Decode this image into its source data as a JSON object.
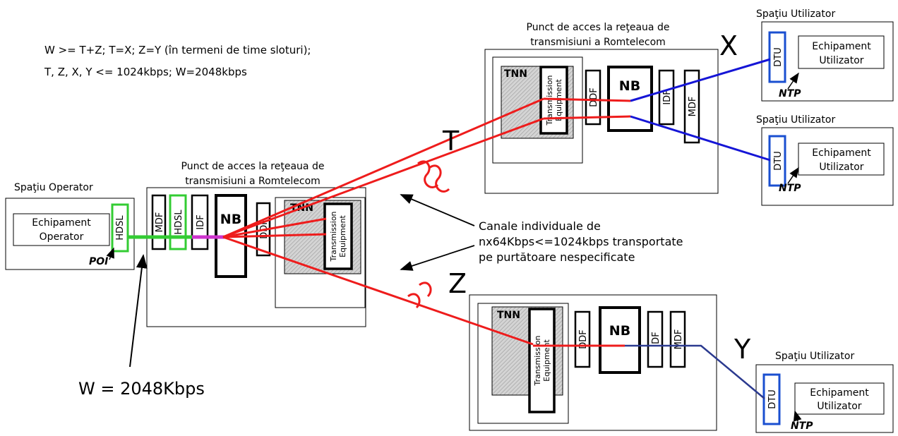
{
  "header": {
    "line1": "W >= T+Z; T=X; Z=Y (în termeni de time sloturi);",
    "line2": "T, Z, X, Y <= 1024kbps; W=2048kbps"
  },
  "access_point_title": {
    "line1": "Punct de acces la reţeaua de",
    "line2": "transmisiuni a Romtelecom"
  },
  "operator_space": {
    "title": "Spaţiu Operator",
    "equipment_line1": "Echipament",
    "equipment_line2": "Operator",
    "hdsl": "HDSL",
    "poi": "POI"
  },
  "central_node": {
    "mdf": "MDF",
    "hdsl": "HDSL",
    "idf": "IDF",
    "nb": "NB",
    "ddf": "DDF",
    "tnn": "TNN",
    "transmission_line1": "Transmission",
    "transmission_line2": "Equipment"
  },
  "user_space": {
    "title": "Spaţiu Utilizator",
    "equipment_line1": "Echipament",
    "equipment_line2": "Utilizator",
    "dtu": "DTU",
    "ntp": "NTP"
  },
  "annotation": {
    "line1": "Canale individuale de",
    "line2": "nx64Kbps<=1024kbps transportate",
    "line3": "pe purtătoare nespecificate"
  },
  "w_label": "W = 2048Kbps",
  "link_labels": {
    "t": "T",
    "z": "Z",
    "x": "X",
    "y": "Y"
  },
  "colors": {
    "red_link": "#ee1c1c",
    "blue_link": "#1515d6",
    "navy_link": "#2b3a8f",
    "green_link": "#33cc33",
    "magenta_link": "#cc33cc",
    "hdsl_border": "#33cc33",
    "dtu_border": "#1a4fd0"
  }
}
